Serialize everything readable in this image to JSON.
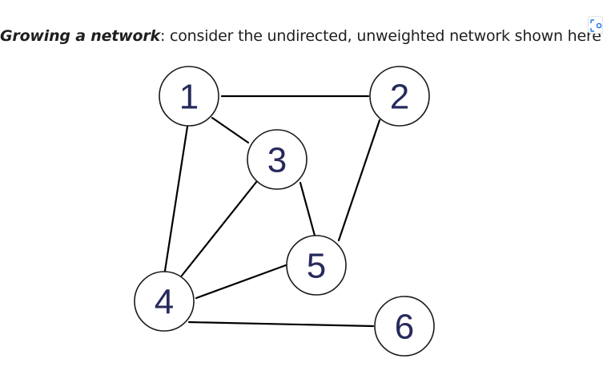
{
  "question": {
    "lead": "Growing a network",
    "rest": ": consider the undirected, unweighted network shown here:"
  },
  "capture_icon": "image-capture-icon",
  "network": {
    "nodes": [
      "1",
      "2",
      "3",
      "4",
      "5",
      "6"
    ],
    "edges": [
      [
        "1",
        "2"
      ],
      [
        "1",
        "3"
      ],
      [
        "1",
        "4"
      ],
      [
        "2",
        "5"
      ],
      [
        "3",
        "4"
      ],
      [
        "3",
        "5"
      ],
      [
        "4",
        "5"
      ],
      [
        "4",
        "6"
      ]
    ],
    "colors": {
      "label": "#262a5c",
      "edge": "#000000",
      "node_border": "#1a1a1a"
    }
  }
}
